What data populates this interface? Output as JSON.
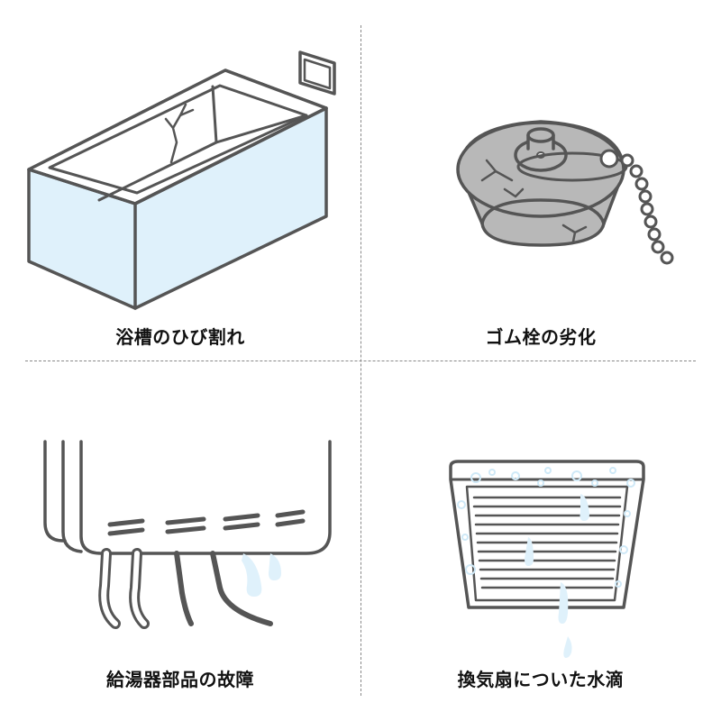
{
  "panels": [
    {
      "caption": "浴槽のひび割れ",
      "icon": "bathtub-crack-icon"
    },
    {
      "caption": "ゴム栓の劣化",
      "icon": "rubber-plug-icon"
    },
    {
      "caption": "給湯器部品の故障",
      "icon": "water-heater-icon"
    },
    {
      "caption": "換気扇についた水滴",
      "icon": "ventilation-fan-icon"
    }
  ],
  "colors": {
    "outline": "#555555",
    "water": "#dff1fb",
    "plug": "#b8b8b8",
    "divider": "#888888"
  }
}
